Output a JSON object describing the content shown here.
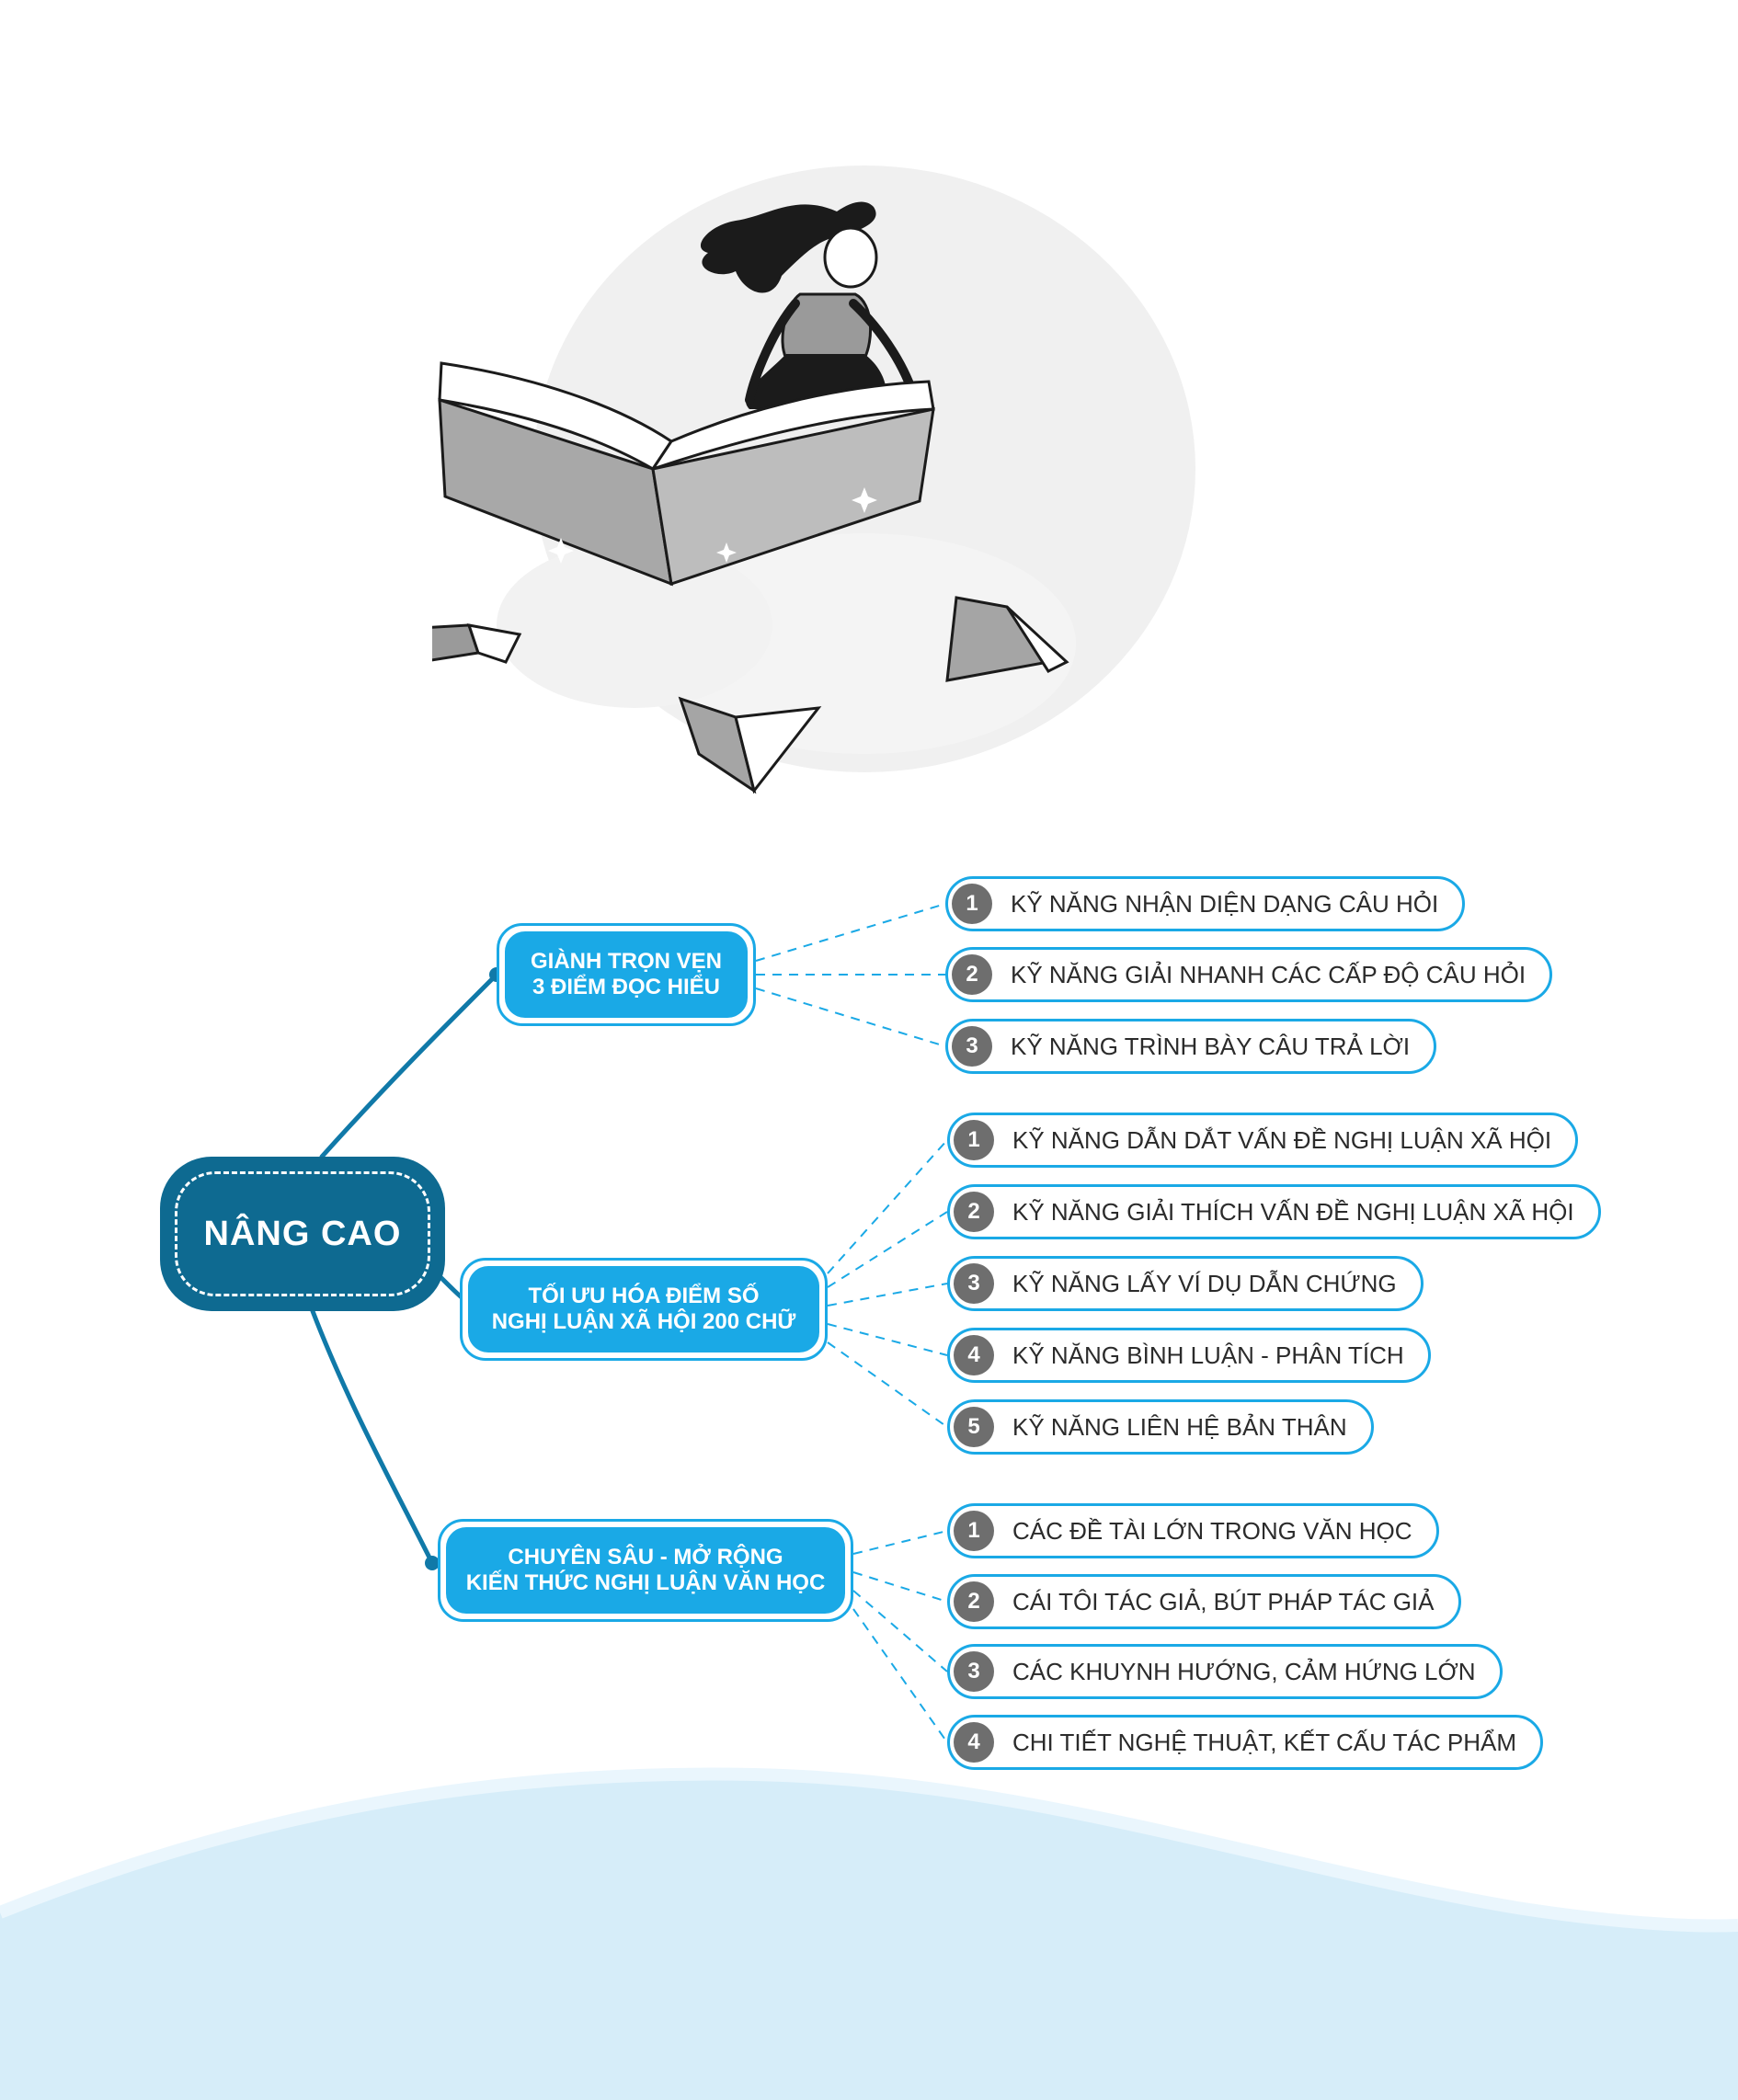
{
  "colors": {
    "root": "#0e6a91",
    "branch": "#1aa9e6",
    "branch_border": "#1aa9e6",
    "leaf_border": "#1aa9e6",
    "number_badge": "#6e6e6e",
    "spine": "#1079a8",
    "wave": "#d6edf9",
    "wave_edge": "#e9f6fd"
  },
  "illustration": {
    "icon": "woman-riding-open-book-illustration",
    "small_books": [
      "book-icon",
      "book-icon",
      "book-icon",
      "book-icon"
    ]
  },
  "mindmap": {
    "root": {
      "label": "NÂNG CAO"
    },
    "branches": [
      {
        "lines": [
          "GIÀNH TRỌN VẸN",
          "3 ĐIỂM ĐỌC HIỂU"
        ],
        "items": [
          {
            "number": "1",
            "label": "KỸ NĂNG NHẬN DIỆN DẠNG CÂU HỎI"
          },
          {
            "number": "2",
            "label": "KỸ NĂNG GIẢI NHANH CÁC CẤP ĐỘ CÂU HỎI"
          },
          {
            "number": "3",
            "label": "KỸ NĂNG TRÌNH BÀY CÂU TRẢ LỜI"
          }
        ]
      },
      {
        "lines": [
          "TỐI ƯU HÓA ĐIỂM SỐ",
          "NGHỊ LUẬN XÃ HỘI 200 CHỮ"
        ],
        "items": [
          {
            "number": "1",
            "label": "KỸ NĂNG DẪN DẮT VẤN ĐỀ NGHỊ LUẬN XÃ HỘI"
          },
          {
            "number": "2",
            "label": "KỸ NĂNG GIẢI THÍCH VẤN ĐỀ NGHỊ LUẬN XÃ HỘI"
          },
          {
            "number": "3",
            "label": "KỸ NĂNG LẤY VÍ DỤ DẪN CHỨNG"
          },
          {
            "number": "4",
            "label": "KỸ NĂNG BÌNH LUẬN - PHÂN TÍCH"
          },
          {
            "number": "5",
            "label": "KỸ NĂNG LIÊN HỆ BẢN THÂN"
          }
        ]
      },
      {
        "lines": [
          "CHUYÊN SÂU - MỞ RỘNG",
          "KIẾN THỨC NGHỊ LUẬN VĂN HỌC"
        ],
        "items": [
          {
            "number": "1",
            "label": "CÁC ĐỀ TÀI LỚN TRONG VĂN HỌC"
          },
          {
            "number": "2",
            "label": "CÁI TÔI TÁC GIẢ, BÚT PHÁP TÁC GIẢ"
          },
          {
            "number": "3",
            "label": "CÁC KHUYNH HƯỚNG, CẢM HỨNG LỚN"
          },
          {
            "number": "4",
            "label": "CHI TIẾT NGHỆ THUẬT, KẾT CẤU TÁC PHẨM"
          }
        ]
      }
    ]
  }
}
